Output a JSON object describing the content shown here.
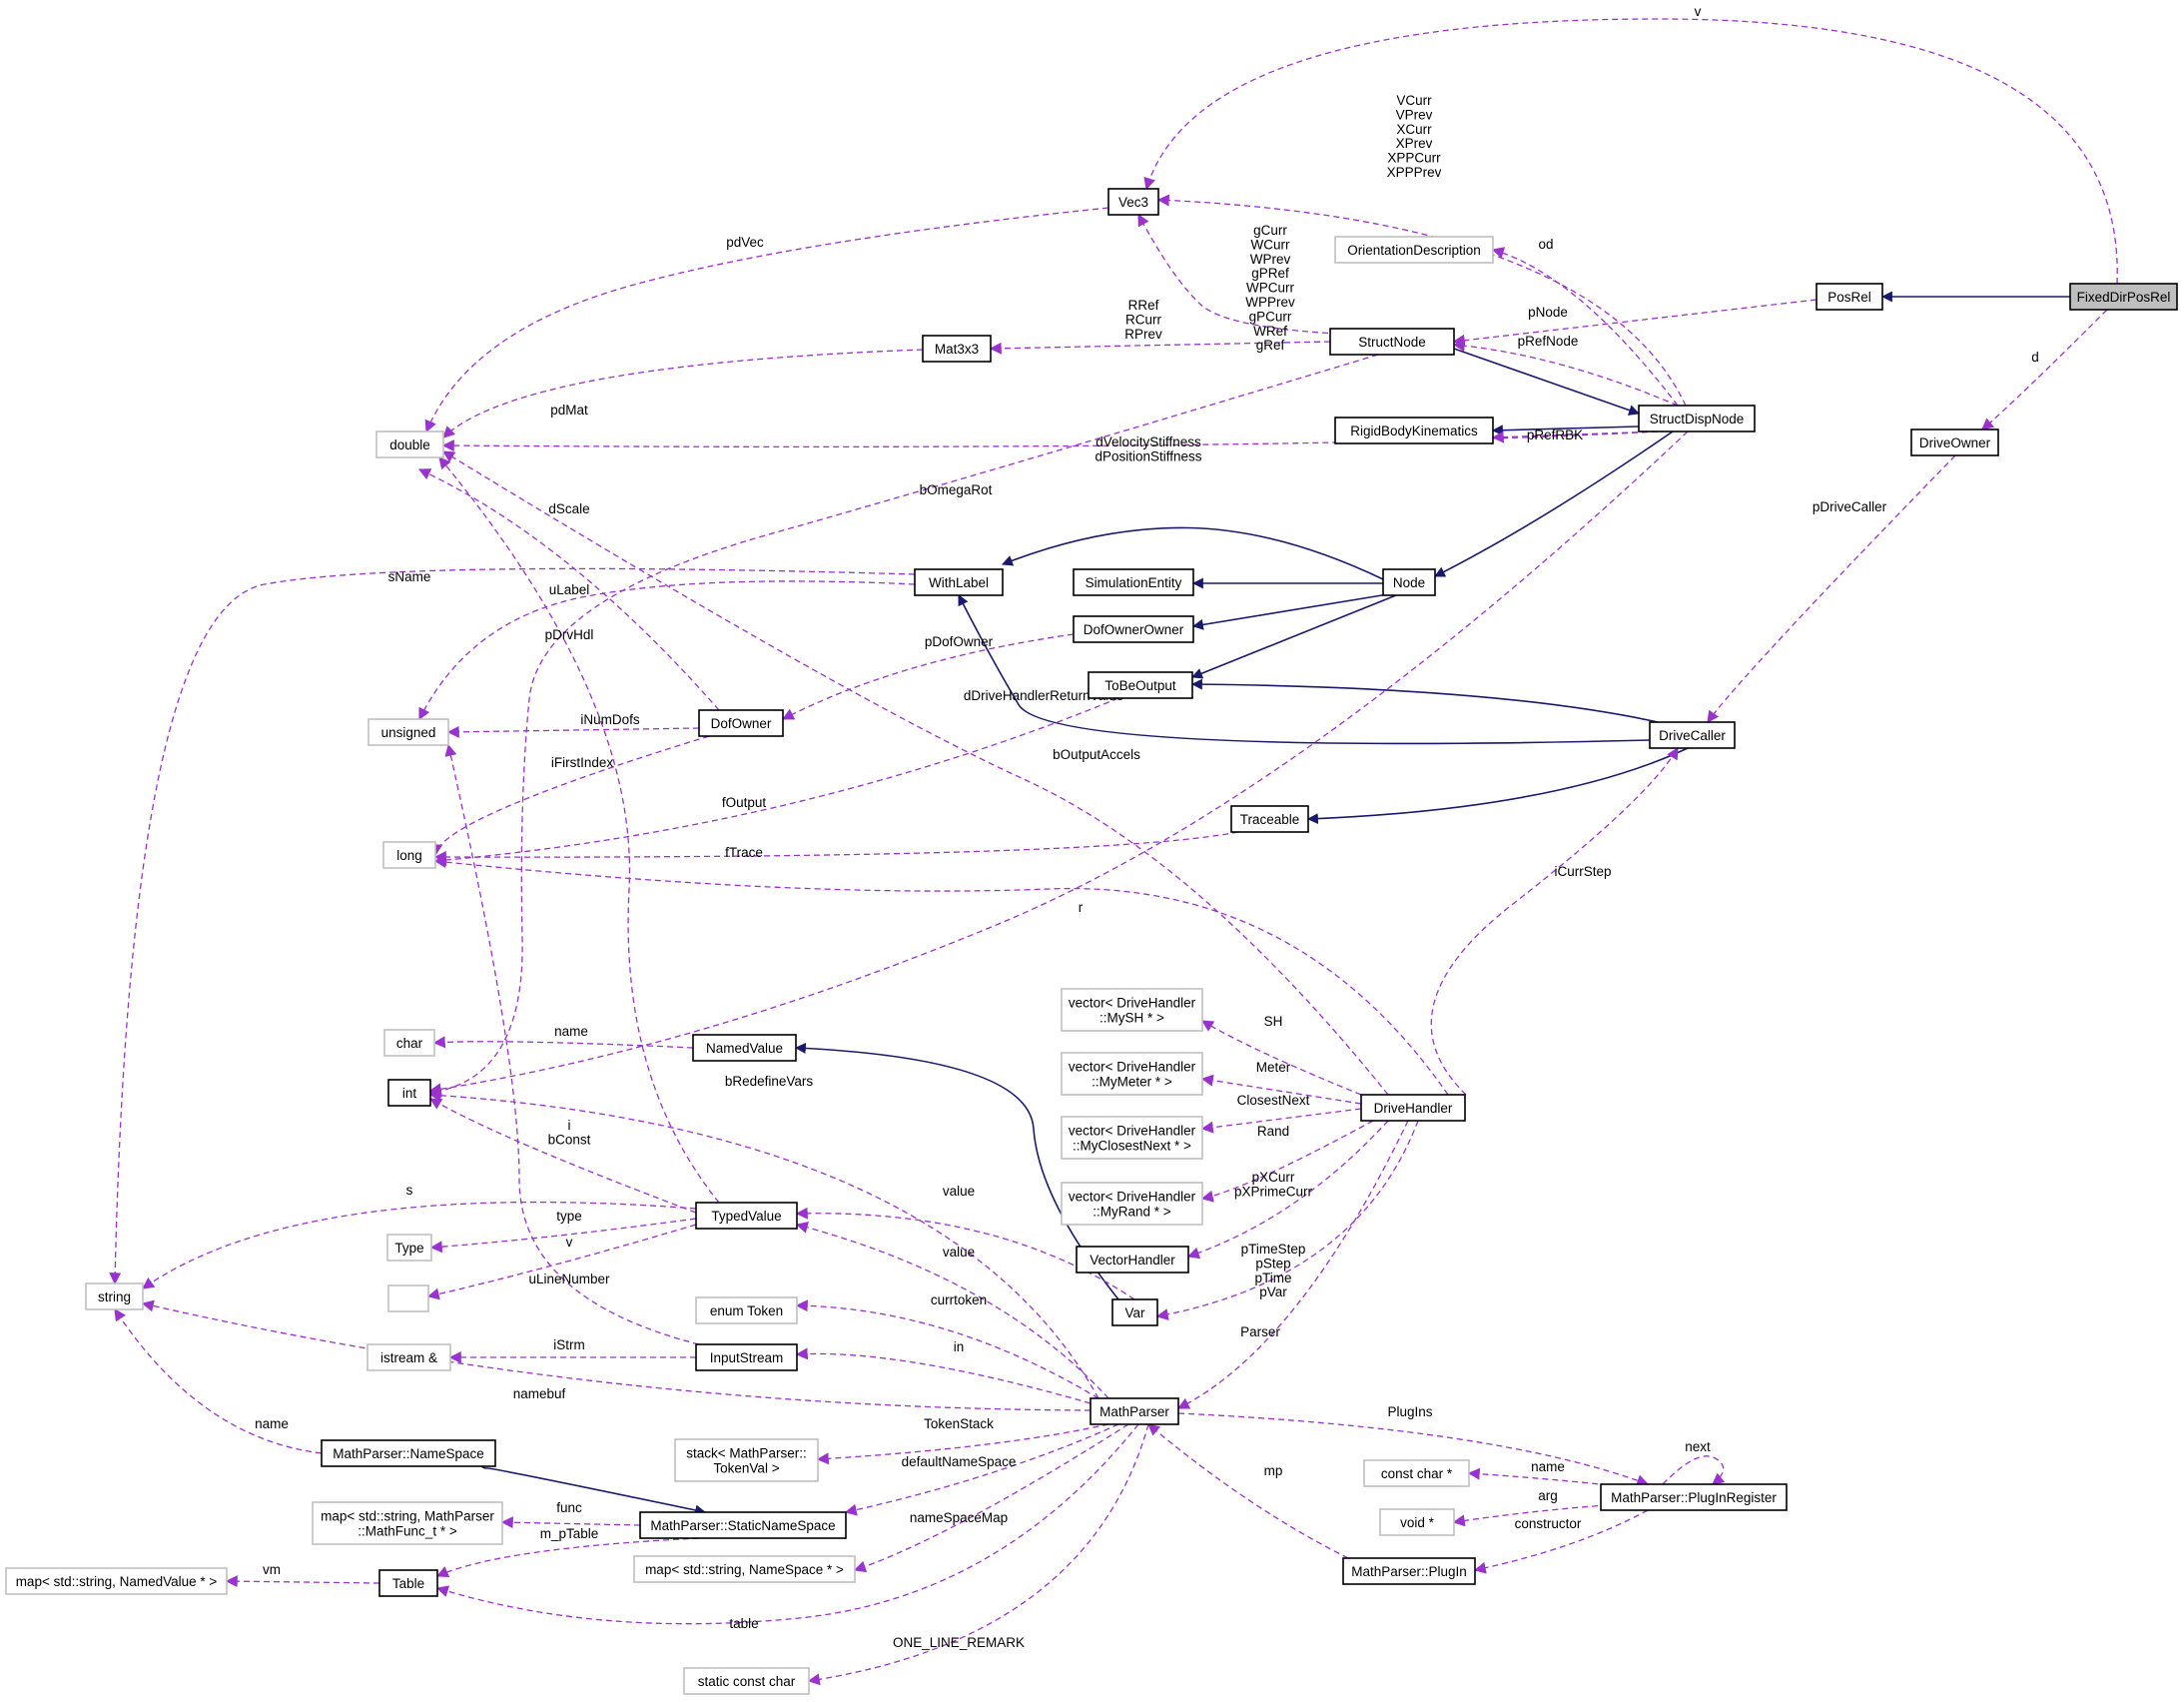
{
  "colors": {
    "inherit_edge": "#191970",
    "usage_edge": "#9a32cd",
    "documented_border": "#000000",
    "undocumented_border": "#bfbfbf",
    "focus_fill": "#bfbfbf"
  },
  "nodes": [
    {
      "id": "FixedDirPosRel",
      "label": "FixedDirPosRel",
      "style": "focus"
    },
    {
      "id": "PosRel",
      "label": "PosRel",
      "style": "doc"
    },
    {
      "id": "DriveOwner",
      "label": "DriveOwner",
      "style": "doc"
    },
    {
      "id": "Vec3",
      "label": "Vec3",
      "style": "doc"
    },
    {
      "id": "OrientationDescription",
      "label": "OrientationDescription",
      "style": "undoc"
    },
    {
      "id": "StructNode",
      "label": "StructNode",
      "style": "doc"
    },
    {
      "id": "Mat3x3",
      "label": "Mat3x3",
      "style": "doc"
    },
    {
      "id": "StructDispNode",
      "label": "StructDispNode",
      "style": "doc"
    },
    {
      "id": "RigidBodyKinematics",
      "label": "RigidBodyKinematics",
      "style": "doc"
    },
    {
      "id": "double",
      "label": "double",
      "style": "undoc"
    },
    {
      "id": "WithLabel",
      "label": "WithLabel",
      "style": "doc"
    },
    {
      "id": "SimulationEntity",
      "label": "SimulationEntity",
      "style": "doc"
    },
    {
      "id": "Node",
      "label": "Node",
      "style": "doc"
    },
    {
      "id": "DofOwnerOwner",
      "label": "DofOwnerOwner",
      "style": "doc"
    },
    {
      "id": "ToBeOutput",
      "label": "ToBeOutput",
      "style": "doc"
    },
    {
      "id": "unsigned",
      "label": "unsigned",
      "style": "undoc"
    },
    {
      "id": "DofOwner",
      "label": "DofOwner",
      "style": "doc"
    },
    {
      "id": "DriveCaller",
      "label": "DriveCaller",
      "style": "doc"
    },
    {
      "id": "long",
      "label": "long",
      "style": "undoc"
    },
    {
      "id": "Traceable",
      "label": "Traceable",
      "style": "doc"
    },
    {
      "id": "char",
      "label": "char",
      "style": "undoc"
    },
    {
      "id": "NamedValue",
      "label": "NamedValue",
      "style": "doc"
    },
    {
      "id": "int",
      "label": "int",
      "style": "doc"
    },
    {
      "id": "vecMySH",
      "label": "vector< DriveHandler\n::MySH * >",
      "style": "undoc"
    },
    {
      "id": "vecMyMeter",
      "label": "vector< DriveHandler\n::MyMeter * >",
      "style": "undoc"
    },
    {
      "id": "DriveHandler",
      "label": "DriveHandler",
      "style": "doc"
    },
    {
      "id": "vecMyClosestNext",
      "label": "vector< DriveHandler\n::MyClosestNext * >",
      "style": "undoc"
    },
    {
      "id": "vecMyRand",
      "label": "vector< DriveHandler\n::MyRand * >",
      "style": "undoc"
    },
    {
      "id": "string",
      "label": "string",
      "style": "undoc"
    },
    {
      "id": "Type",
      "label": "Type",
      "style": "undoc"
    },
    {
      "id": "TypedValue",
      "label": "TypedValue",
      "style": "doc"
    },
    {
      "id": "blank",
      "label": "",
      "style": "undoc"
    },
    {
      "id": "VectorHandler",
      "label": "VectorHandler",
      "style": "doc"
    },
    {
      "id": "Var",
      "label": "Var",
      "style": "doc"
    },
    {
      "id": "enumToken",
      "label": "enum Token",
      "style": "undoc"
    },
    {
      "id": "istream",
      "label": "istream &",
      "style": "undoc"
    },
    {
      "id": "InputStream",
      "label": "InputStream",
      "style": "doc"
    },
    {
      "id": "MathParser",
      "label": "MathParser",
      "style": "doc"
    },
    {
      "id": "NameSpace",
      "label": "MathParser::NameSpace",
      "style": "doc"
    },
    {
      "id": "stackTokenVal",
      "label": "stack< MathParser::\nTokenVal >",
      "style": "undoc"
    },
    {
      "id": "mapMathFunc",
      "label": "map< std::string, MathParser\n::MathFunc_t * >",
      "style": "undoc"
    },
    {
      "id": "StaticNameSpace",
      "label": "MathParser::StaticNameSpace",
      "style": "doc"
    },
    {
      "id": "mapNamedValue",
      "label": "map< std::string, NamedValue * >",
      "style": "undoc"
    },
    {
      "id": "Table",
      "label": "Table",
      "style": "doc"
    },
    {
      "id": "mapNameSpace",
      "label": "map< std::string, NameSpace * >",
      "style": "undoc"
    },
    {
      "id": "staticConstChar",
      "label": "static const char",
      "style": "undoc"
    },
    {
      "id": "constChar",
      "label": "const char *",
      "style": "undoc"
    },
    {
      "id": "voidPtr",
      "label": "void *",
      "style": "undoc"
    },
    {
      "id": "PlugInRegister",
      "label": "MathParser::PlugInRegister",
      "style": "doc"
    },
    {
      "id": "PlugIn",
      "label": "MathParser::PlugIn",
      "style": "doc"
    }
  ],
  "edges": [
    {
      "kind": "inherit",
      "from": "PosRel",
      "to": "FixedDirPosRel"
    },
    {
      "kind": "inherit",
      "from": "StructNode",
      "to": "StructDispNode"
    },
    {
      "kind": "inherit",
      "from": "RigidBodyKinematics",
      "to": "StructDispNode"
    },
    {
      "kind": "inherit",
      "from": "Node",
      "to": "StructDispNode"
    },
    {
      "kind": "inherit",
      "from": "WithLabel",
      "to": "Node"
    },
    {
      "kind": "inherit",
      "from": "SimulationEntity",
      "to": "Node"
    },
    {
      "kind": "inherit",
      "from": "DofOwnerOwner",
      "to": "Node"
    },
    {
      "kind": "inherit",
      "from": "ToBeOutput",
      "to": "Node"
    },
    {
      "kind": "inherit",
      "from": "WithLabel",
      "to": "DriveCaller"
    },
    {
      "kind": "inherit",
      "from": "ToBeOutput",
      "to": "DriveCaller"
    },
    {
      "kind": "inherit",
      "from": "Traceable",
      "to": "DriveCaller"
    },
    {
      "kind": "inherit",
      "from": "NamedValue",
      "to": "Var"
    },
    {
      "kind": "inherit",
      "from": "NameSpace",
      "to": "StaticNameSpace"
    },
    {
      "kind": "use",
      "label": "v",
      "from": "FixedDirPosRel",
      "to": "Vec3"
    },
    {
      "kind": "use",
      "label": "d",
      "from": "FixedDirPosRel",
      "to": "DriveOwner"
    },
    {
      "kind": "use",
      "label": "pNode",
      "from": "PosRel",
      "to": "StructNode"
    },
    {
      "kind": "use",
      "label": "VCurr\nVPrev\nXCurr\nXPrev\nXPPCurr\nXPPPrev",
      "from": "StructDispNode",
      "to": "Vec3"
    },
    {
      "kind": "use",
      "label": "od",
      "from": "StructDispNode",
      "to": "OrientationDescription"
    },
    {
      "kind": "use",
      "label": "pRefNode",
      "from": "StructDispNode",
      "to": "StructNode"
    },
    {
      "kind": "use",
      "label": "pRefRBK",
      "from": "StructDispNode",
      "to": "RigidBodyKinematics"
    },
    {
      "kind": "use",
      "label": "dVelocityStiffness\ndPositionStiffness",
      "from": "StructDispNode",
      "to": "double"
    },
    {
      "kind": "use",
      "label": "bOmegaRot",
      "from": "StructNode",
      "to": "int"
    },
    {
      "kind": "use",
      "label": "gCurr\nWCurr\nWPrev\ngPRef\nWPCurr\nWPPrev\ngPCurr\nWRef\ngRef",
      "from": "StructNode",
      "to": "Vec3"
    },
    {
      "kind": "use",
      "label": "RRef\nRCurr\nRPrev",
      "from": "StructNode",
      "to": "Mat3x3"
    },
    {
      "kind": "use",
      "label": "pdVec",
      "from": "Vec3",
      "to": "double"
    },
    {
      "kind": "use",
      "label": "pdMat",
      "from": "Mat3x3",
      "to": "double"
    },
    {
      "kind": "use",
      "label": "bOutputAccels",
      "from": "StructDispNode",
      "to": "int"
    },
    {
      "kind": "use",
      "label": "pDriveCaller",
      "from": "DriveOwner",
      "to": "DriveCaller"
    },
    {
      "kind": "use",
      "label": "dScale",
      "from": "DofOwner",
      "to": "double"
    },
    {
      "kind": "use",
      "label": "sName",
      "from": "WithLabel",
      "to": "string"
    },
    {
      "kind": "use",
      "label": "uLabel",
      "from": "WithLabel",
      "to": "unsigned"
    },
    {
      "kind": "use",
      "label": "pDofOwner",
      "from": "DofOwnerOwner",
      "to": "DofOwner"
    },
    {
      "kind": "use",
      "label": "iNumDofs",
      "from": "DofOwner",
      "to": "unsigned"
    },
    {
      "kind": "use",
      "label": "iFirstIndex",
      "from": "DofOwner",
      "to": "long"
    },
    {
      "kind": "use",
      "label": "fOutput",
      "from": "ToBeOutput",
      "to": "long"
    },
    {
      "kind": "use",
      "label": "fTrace",
      "from": "Traceable",
      "to": "long"
    },
    {
      "kind": "use",
      "label": "dDriveHandlerReturnValue",
      "from": "DriveHandler",
      "to": "double"
    },
    {
      "kind": "use",
      "label": "iCurrStep",
      "from": "DriveHandler",
      "to": "long"
    },
    {
      "kind": "use",
      "label": "pDrvHdl",
      "from": "DriveCaller",
      "to": "DriveHandler"
    },
    {
      "kind": "use",
      "label": "r",
      "from": "TypedValue",
      "to": "double"
    },
    {
      "kind": "use",
      "label": "name",
      "from": "NamedValue",
      "to": "char"
    },
    {
      "kind": "use",
      "label": "bRedefineVars",
      "from": "MathParser",
      "to": "int"
    },
    {
      "kind": "use",
      "label": "i\nbConst",
      "from": "TypedValue",
      "to": "int"
    },
    {
      "kind": "use",
      "label": "s",
      "from": "TypedValue",
      "to": "string"
    },
    {
      "kind": "use",
      "label": "type",
      "from": "TypedValue",
      "to": "Type"
    },
    {
      "kind": "use",
      "label": "v",
      "from": "TypedValue",
      "to": "blank"
    },
    {
      "kind": "use",
      "label": "uLineNumber",
      "from": "InputStream",
      "to": "unsigned"
    },
    {
      "kind": "use",
      "label": "SH",
      "from": "DriveHandler",
      "to": "vecMySH"
    },
    {
      "kind": "use",
      "label": "Meter",
      "from": "DriveHandler",
      "to": "vecMyMeter"
    },
    {
      "kind": "use",
      "label": "ClosestNext",
      "from": "DriveHandler",
      "to": "vecMyClosestNext"
    },
    {
      "kind": "use",
      "label": "Rand",
      "from": "DriveHandler",
      "to": "vecMyRand"
    },
    {
      "kind": "use",
      "label": "pXCurr\npXPrimeCurr",
      "from": "DriveHandler",
      "to": "VectorHandler"
    },
    {
      "kind": "use",
      "label": "pTimeStep\npStep\npTime\npVar",
      "from": "DriveHandler",
      "to": "Var"
    },
    {
      "kind": "use",
      "label": "Parser",
      "from": "DriveHandler",
      "to": "MathParser"
    },
    {
      "kind": "use",
      "label": "value",
      "from": "Var",
      "to": "TypedValue"
    },
    {
      "kind": "use",
      "label": "value",
      "from": "MathParser",
      "to": "TypedValue"
    },
    {
      "kind": "use",
      "label": "currtoken",
      "from": "MathParser",
      "to": "enumToken"
    },
    {
      "kind": "use",
      "label": "in",
      "from": "MathParser",
      "to": "InputStream"
    },
    {
      "kind": "use",
      "label": "iStrm",
      "from": "InputStream",
      "to": "istream"
    },
    {
      "kind": "use",
      "label": "namebuf",
      "from": "MathParser",
      "to": "string"
    },
    {
      "kind": "use",
      "label": "name",
      "from": "NameSpace",
      "to": "string"
    },
    {
      "kind": "use",
      "label": "TokenStack",
      "from": "MathParser",
      "to": "stackTokenVal"
    },
    {
      "kind": "use",
      "label": "defaultNameSpace",
      "from": "MathParser",
      "to": "StaticNameSpace"
    },
    {
      "kind": "use",
      "label": "func",
      "from": "StaticNameSpace",
      "to": "mapMathFunc"
    },
    {
      "kind": "use",
      "label": "m_pTable",
      "from": "StaticNameSpace",
      "to": "Table"
    },
    {
      "kind": "use",
      "label": "vm",
      "from": "Table",
      "to": "mapNamedValue"
    },
    {
      "kind": "use",
      "label": "nameSpaceMap",
      "from": "MathParser",
      "to": "mapNameSpace"
    },
    {
      "kind": "use",
      "label": "table",
      "from": "MathParser",
      "to": "Table"
    },
    {
      "kind": "use",
      "label": "ONE_LINE_REMARK",
      "from": "MathParser",
      "to": "staticConstChar"
    },
    {
      "kind": "use",
      "label": "PlugIns",
      "from": "MathParser",
      "to": "PlugInRegister"
    },
    {
      "kind": "use",
      "label": "next",
      "from": "PlugInRegister",
      "to": "PlugInRegister"
    },
    {
      "kind": "use",
      "label": "name",
      "from": "PlugInRegister",
      "to": "constChar"
    },
    {
      "kind": "use",
      "label": "arg",
      "from": "PlugInRegister",
      "to": "voidPtr"
    },
    {
      "kind": "use",
      "label": "constructor",
      "from": "PlugInRegister",
      "to": "PlugIn"
    },
    {
      "kind": "use",
      "label": "mp",
      "from": "PlugIn",
      "to": "MathParser"
    }
  ]
}
